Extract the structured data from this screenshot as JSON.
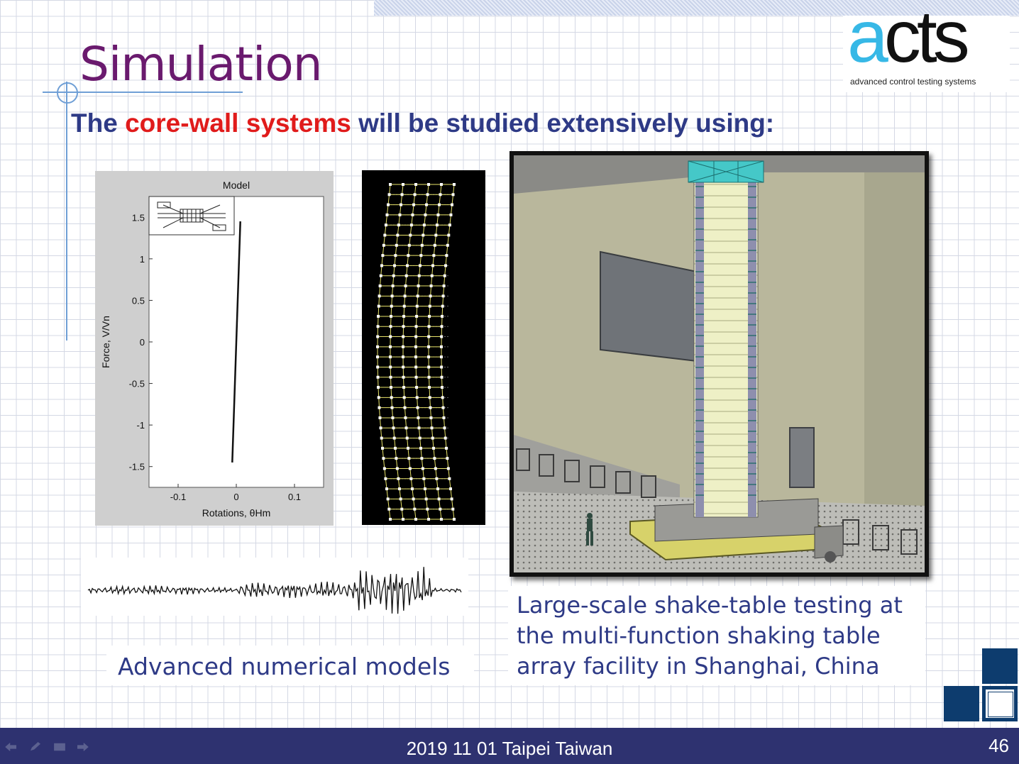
{
  "slide": {
    "title": "Simulation",
    "subtitle_part1": "The ",
    "subtitle_highlight": "core-wall systems",
    "subtitle_part2": " will be studied extensively using:",
    "caption_left": "Advanced numerical models",
    "caption_right_lines": [
      "Large-scale shake-table testing at",
      "the multi-function shaking table",
      "array facility in Shanghai, China"
    ],
    "footer_text": "2019 11 01 Taipei Taiwan",
    "page_number": "46"
  },
  "logo": {
    "letter_a": "a",
    "letters_rest": "cts",
    "tagline": "advanced control testing systems"
  },
  "colors": {
    "title": "#6a1a6e",
    "subtitle": "#2e3a86",
    "highlight": "#e01b1b",
    "footer": "#2e3270",
    "accent_squares": "#0d3c6e",
    "logo_a": "#37b8e6"
  },
  "nav_icons": [
    "arrow-left-icon",
    "pencil-icon",
    "menu-icon",
    "arrow-right-icon"
  ],
  "chart_data": {
    "type": "line",
    "title": "Model",
    "xlabel": "Rotations, θHm",
    "ylabel": "Force, V/Vn",
    "xlim": [
      -0.15,
      0.15
    ],
    "ylim": [
      -1.75,
      1.75
    ],
    "x_ticks": [
      "-0.1",
      "0",
      "0.1"
    ],
    "y_ticks": [
      "1.5",
      "1",
      "0.5",
      "0",
      "-0.5",
      "-1",
      "-1.5"
    ],
    "x_tick_values": [
      -0.1,
      0,
      0.1
    ],
    "y_tick_values": [
      1.5,
      1,
      0.5,
      0,
      -0.5,
      -1,
      -1.5
    ],
    "series": [
      {
        "x": [
          -0.007,
          0.007
        ],
        "y": [
          -1.45,
          1.45
        ]
      }
    ],
    "grid": false
  }
}
